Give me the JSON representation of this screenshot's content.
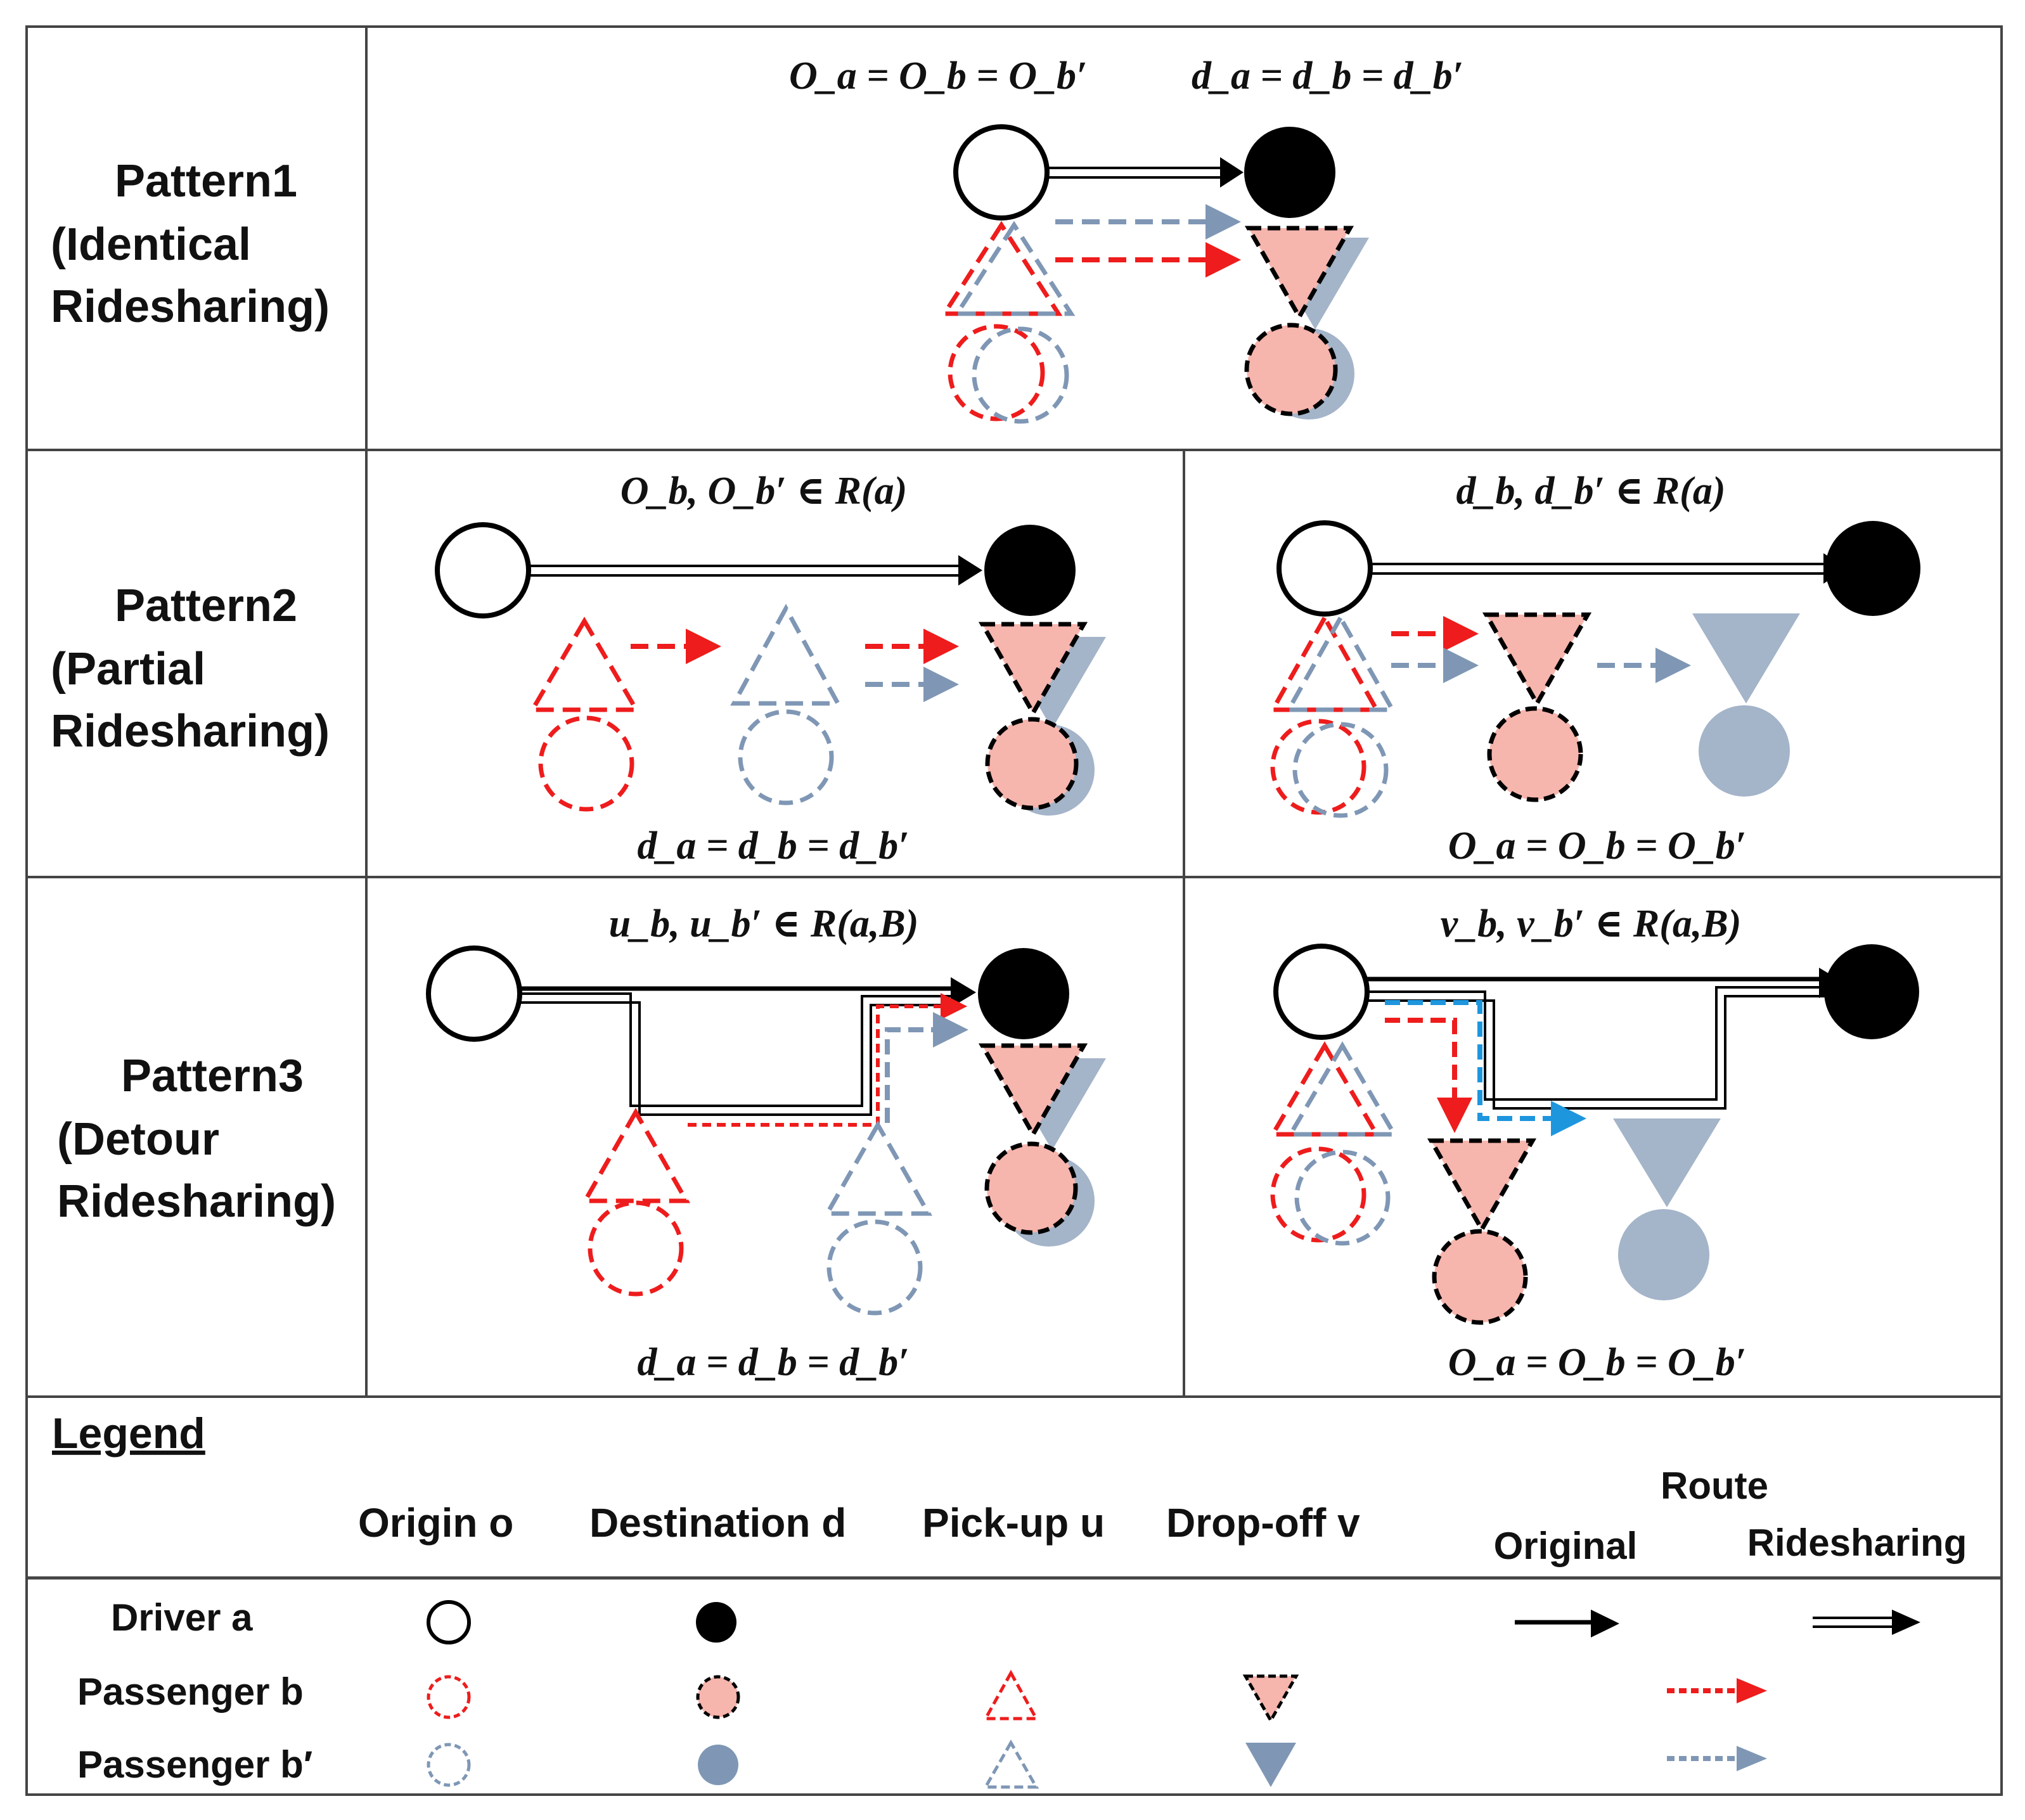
{
  "colors": {
    "red": "#ee1c1c",
    "blue_grey": "#7f97b5",
    "pink": "#f6b5ad",
    "grey_fill": "#a4b4c9",
    "cyan": "#1e96de",
    "black": "#000000"
  },
  "rows": [
    {
      "title": "Pattern1",
      "subtitle_1": "(Identical",
      "subtitle_2": "Ridesharing)"
    },
    {
      "title": "Pattern2",
      "subtitle_1": "(Partial",
      "subtitle_2": "Ridesharing)"
    },
    {
      "title": "Pattern3",
      "subtitle_1": "(Detour",
      "subtitle_2": "Ridesharing)"
    }
  ],
  "panels": {
    "p1": {
      "eq_origin": "O_a = O_b = O_b′",
      "eq_dest": "d_a = d_b = d_b′"
    },
    "p2a": {
      "eq_top": "O_b, O_b′ ∈ R(a)",
      "eq_bottom": "d_a = d_b = d_b′"
    },
    "p2b": {
      "eq_top": "d_b, d_b′ ∈ R(a)",
      "eq_bottom": "O_a = O_b = O_b′"
    },
    "p3a": {
      "eq_top": "u_b, u_b′ ∈ R(a,B)",
      "eq_bottom": "d_a = d_b = d_b′"
    },
    "p3b": {
      "eq_top": "v_b, v_b′ ∈ R(a,B)",
      "eq_bottom": "O_a = O_b = O_b′"
    }
  },
  "legend": {
    "title": "Legend",
    "columns": {
      "origin": "Origin o",
      "destination": "Destination d",
      "pickup": "Pick-up u",
      "dropoff": "Drop-off v",
      "route": "Route",
      "original": "Original",
      "ridesharing": "Ridesharing"
    },
    "rows": {
      "driver": "Driver a",
      "passenger_b": "Passenger b",
      "passenger_b2": "Passenger b′"
    }
  }
}
